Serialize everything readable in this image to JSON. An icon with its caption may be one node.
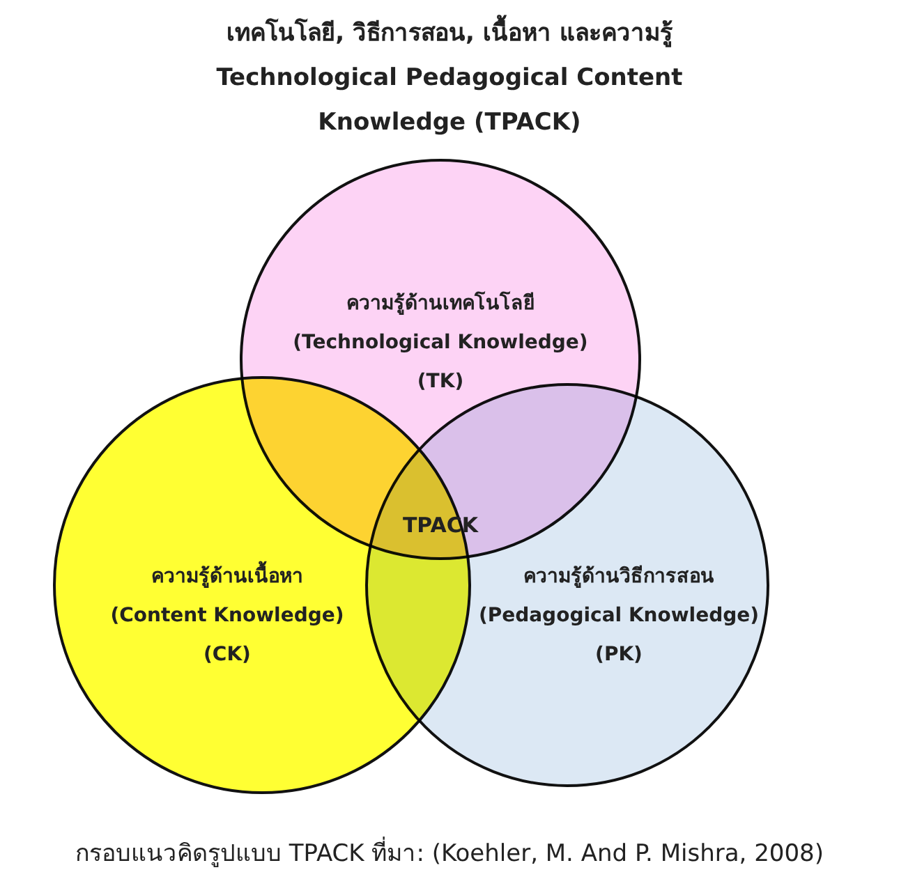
{
  "diagram": {
    "title": "เทคโนโลยี, วิธีการสอน, เนื้อหา และความรู้ Technological Pedagogical Content Knowledge (TPACK)",
    "caption": "กรอบแนวคิดรูปแบบ TPACK ที่มา: (Koehler, M. And P. Mishra, 2008)",
    "nodes": [
      {
        "text": [
          "ความรู้ด้านเทคโนโลยี",
          "(Technological Knowledge)",
          "(TK)"
        ]
      },
      {
        "text": [
          "ความรู้ด้านเนื้อหา",
          "(Content Knowledge)",
          "(CK)"
        ]
      },
      {
        "text": [
          "ความรู้ด้านวิธีการสอน",
          "(Pedagogical Knowledge)",
          "(PK)"
        ]
      }
    ],
    "edges": [],
    "labels": [
      "TPACK"
    ]
  }
}
